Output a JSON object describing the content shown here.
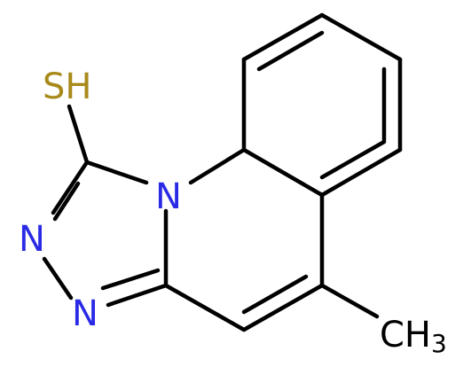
{
  "molecule": {
    "colors": {
      "bond": "#000000",
      "sulfur": "#a8891a",
      "nitrogen": "#2a2ae6",
      "carbon": "#000000",
      "background": "#ffffff"
    },
    "labels": {
      "thiol": "SH",
      "ring_nitrogen": "N",
      "triazole_n2": "N",
      "triazole_n3": "N",
      "methyl_main": "CH",
      "methyl_sub": "3"
    }
  }
}
